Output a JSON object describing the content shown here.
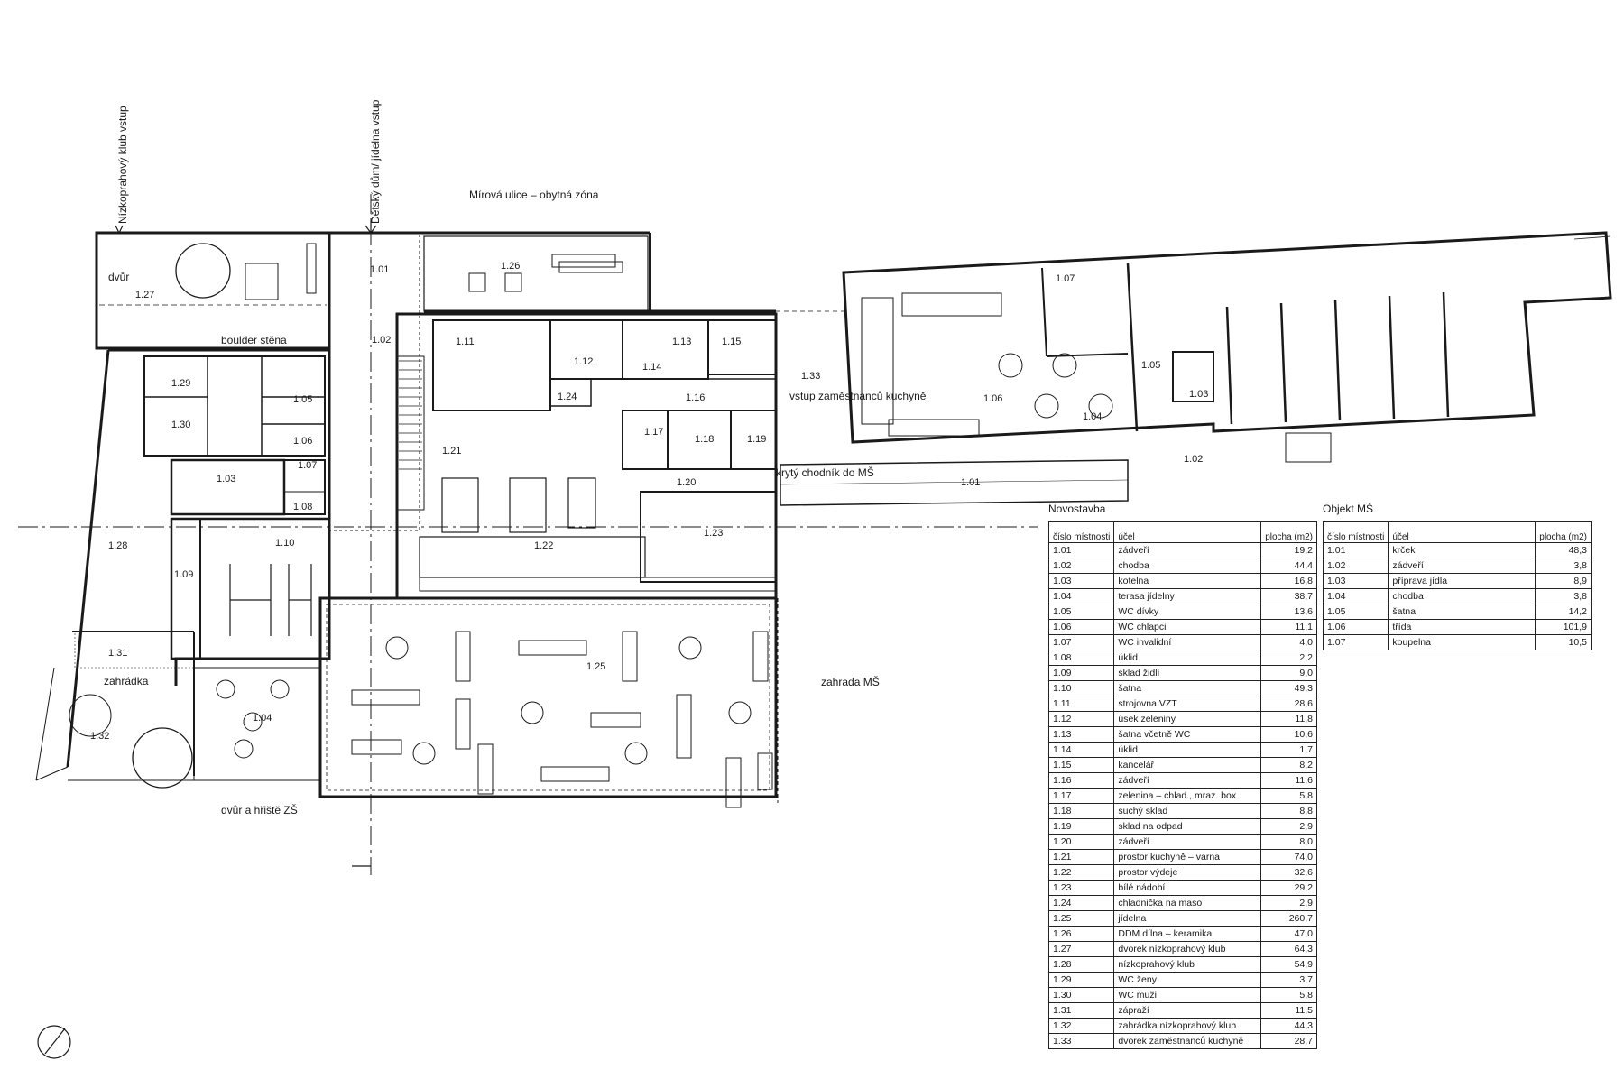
{
  "plan": {
    "annotations": {
      "club_entry": "Nízkoprahový klub vstup",
      "house_entry": "Dětský dům/ jídelna vstup",
      "street": "Mírová ulice – obytná zóna",
      "courtyard": "dvůr",
      "boulder": "boulder stěna",
      "garden_ms": "zahrada MŠ",
      "yard_zs": "dvůr a hřiště ZŠ",
      "small_garden": "zahrádka",
      "staff_entry": "vstup zaměstnanců kuchyně",
      "covered_path": "krytý chodník do MŠ"
    },
    "room_labels": [
      "1.01",
      "1.02",
      "1.03",
      "1.04",
      "1.05",
      "1.06",
      "1.07",
      "1.08",
      "1.09",
      "1.10",
      "1.11",
      "1.12",
      "1.13",
      "1.14",
      "1.15",
      "1.16",
      "1.17",
      "1.18",
      "1.19",
      "1.20",
      "1.21",
      "1.22",
      "1.23",
      "1.24",
      "1.25",
      "1.26",
      "1.27",
      "1.28",
      "1.29",
      "1.30",
      "1.31",
      "1.32",
      "1.33"
    ],
    "ms_labels": [
      "1.01",
      "1.02",
      "1.03",
      "1.04",
      "1.05",
      "1.06",
      "1.07"
    ]
  },
  "table_new": {
    "title": "Novostavba",
    "headers": [
      "číslo místnosti",
      "účel",
      "plocha (m2)"
    ],
    "rows": [
      [
        "1.01",
        "zádveří",
        "19,2"
      ],
      [
        "1.02",
        "chodba",
        "44,4"
      ],
      [
        "1.03",
        "kotelna",
        "16,8"
      ],
      [
        "1.04",
        "terasa jídelny",
        "38,7"
      ],
      [
        "1.05",
        "WC dívky",
        "13,6"
      ],
      [
        "1.06",
        "WC chlapci",
        "11,1"
      ],
      [
        "1.07",
        "WC invalidní",
        "4,0"
      ],
      [
        "1.08",
        "úklid",
        "2,2"
      ],
      [
        "1.09",
        "sklad židlí",
        "9,0"
      ],
      [
        "1.10",
        "šatna",
        "49,3"
      ],
      [
        "1.11",
        "strojovna VZT",
        "28,6"
      ],
      [
        "1.12",
        "úsek zeleniny",
        "11,8"
      ],
      [
        "1.13",
        "šatna včetně WC",
        "10,6"
      ],
      [
        "1.14",
        "úklid",
        "1,7"
      ],
      [
        "1.15",
        "kancelář",
        "8,2"
      ],
      [
        "1.16",
        "zádveří",
        "11,6"
      ],
      [
        "1.17",
        "zelenina – chlad., mraz. box",
        "5,8"
      ],
      [
        "1.18",
        "suchý sklad",
        "8,8"
      ],
      [
        "1.19",
        "sklad na odpad",
        "2,9"
      ],
      [
        "1.20",
        "zádveří",
        "8,0"
      ],
      [
        "1.21",
        "prostor kuchyně – varna",
        "74,0"
      ],
      [
        "1.22",
        "prostor výdeje",
        "32,6"
      ],
      [
        "1.23",
        "bílé nádobí",
        "29,2"
      ],
      [
        "1.24",
        "chladnička na maso",
        "2,9"
      ],
      [
        "1.25",
        "jídelna",
        "260,7"
      ],
      [
        "1.26",
        "DDM dílna – keramika",
        "47,0"
      ],
      [
        "1.27",
        "dvorek nízkoprahový klub",
        "64,3"
      ],
      [
        "1.28",
        "nízkoprahový klub",
        "54,9"
      ],
      [
        "1.29",
        "WC ženy",
        "3,7"
      ],
      [
        "1.30",
        "WC muži",
        "5,8"
      ],
      [
        "1.31",
        "zápraží",
        "11,5"
      ],
      [
        "1.32",
        "zahrádka nízkoprahový klub",
        "44,3"
      ],
      [
        "1.33",
        "dvorek zaměstnanců kuchyně",
        "28,7"
      ]
    ]
  },
  "table_ms": {
    "title": "Objekt MŠ",
    "headers": [
      "číslo místnosti",
      "účel",
      "plocha (m2)"
    ],
    "rows": [
      [
        "1.01",
        "krček",
        "48,3"
      ],
      [
        "1.02",
        "zádveří",
        "3,8"
      ],
      [
        "1.03",
        "příprava jídla",
        "8,9"
      ],
      [
        "1.04",
        "chodba",
        "3,8"
      ],
      [
        "1.05",
        "šatna",
        "14,2"
      ],
      [
        "1.06",
        "třída",
        "101,9"
      ],
      [
        "1.07",
        "koupelna",
        "10,5"
      ]
    ]
  }
}
